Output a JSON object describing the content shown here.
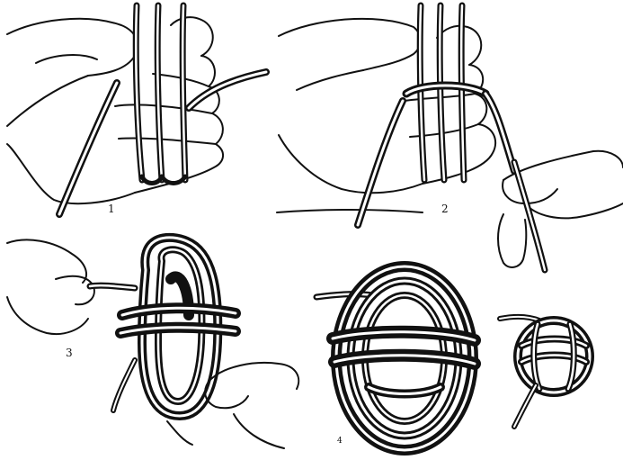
{
  "steps": [
    {
      "label": "1"
    },
    {
      "label": "2"
    },
    {
      "label": "3"
    },
    {
      "label": "4"
    }
  ],
  "colors": {
    "ink": "#111111",
    "paper": "#ffffff"
  }
}
